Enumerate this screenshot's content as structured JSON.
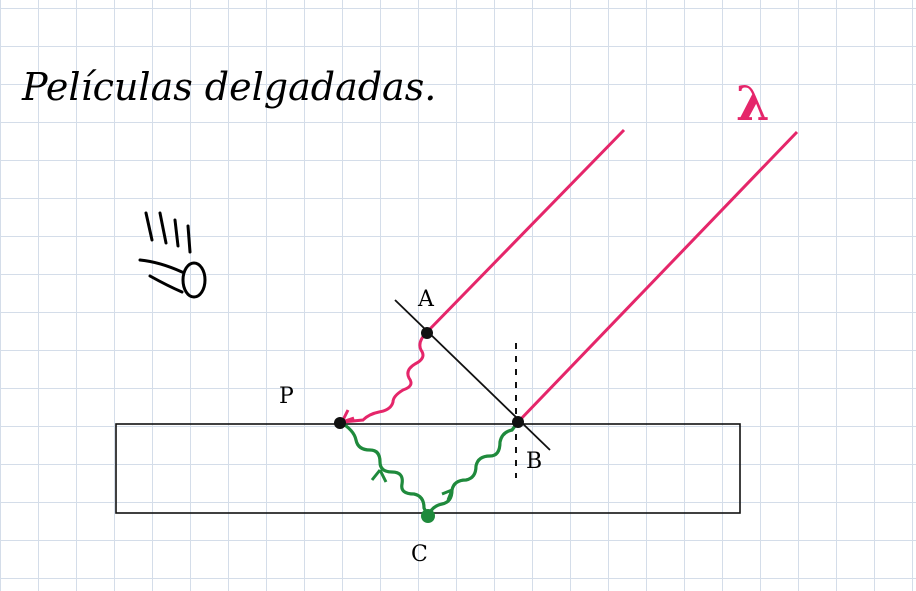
{
  "title": "Películas delgadadas.",
  "labels": {
    "A": "A",
    "B": "B",
    "C": "C",
    "P": "P",
    "lambda": "λ"
  },
  "colors": {
    "incident_ray": "#e5266a",
    "refracted_ray": "#1f8a3c",
    "film_outline": "#111111",
    "grid": "#d4dde9"
  },
  "icons": {
    "observer": "eye-icon"
  }
}
